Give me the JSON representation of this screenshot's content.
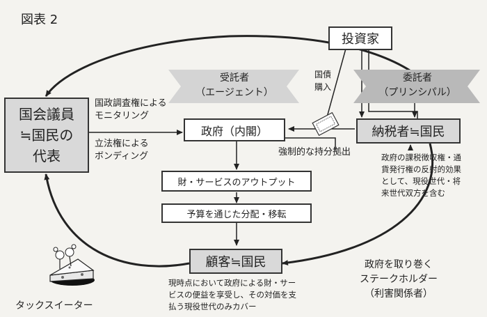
{
  "figure_title": "図表 2",
  "nodes": {
    "investor": "投資家",
    "parliament": [
      "国会議員",
      "≒国民の",
      "代表"
    ],
    "government": "政府（内閣）",
    "taxpayer": "納税者≒国民",
    "output": "財・サービスのアウトプット",
    "budget": "予算を通じた分配・移転",
    "customer": "顧客≒国民"
  },
  "roles": {
    "agent": [
      "受託者",
      "（エージェント）"
    ],
    "principal": [
      "委託者",
      "（プリンシパル）"
    ]
  },
  "labels": {
    "bond_purchase": [
      "国債",
      "購入"
    ],
    "investigation": [
      "国政調査権による",
      "モニタリング"
    ],
    "legislation": [
      "立法権による",
      "ボンディング"
    ],
    "forced_contribution": "強制的な持分拠出",
    "taxpayer_note": [
      "政府の課税徴収権・通",
      "貨発行権の反射的効果",
      "として、現役世代・将",
      "来世代双方を含む"
    ],
    "customer_note": [
      "現時点において政府による財・サー",
      "ビスの便益を享受し、その対価を支",
      "払う現役世代のみカバー"
    ],
    "stakeholders": [
      "政府を取り巻く",
      "ステークホルダー",
      "（利害関係者）"
    ],
    "tax_eater": "タックスイーター"
  }
}
